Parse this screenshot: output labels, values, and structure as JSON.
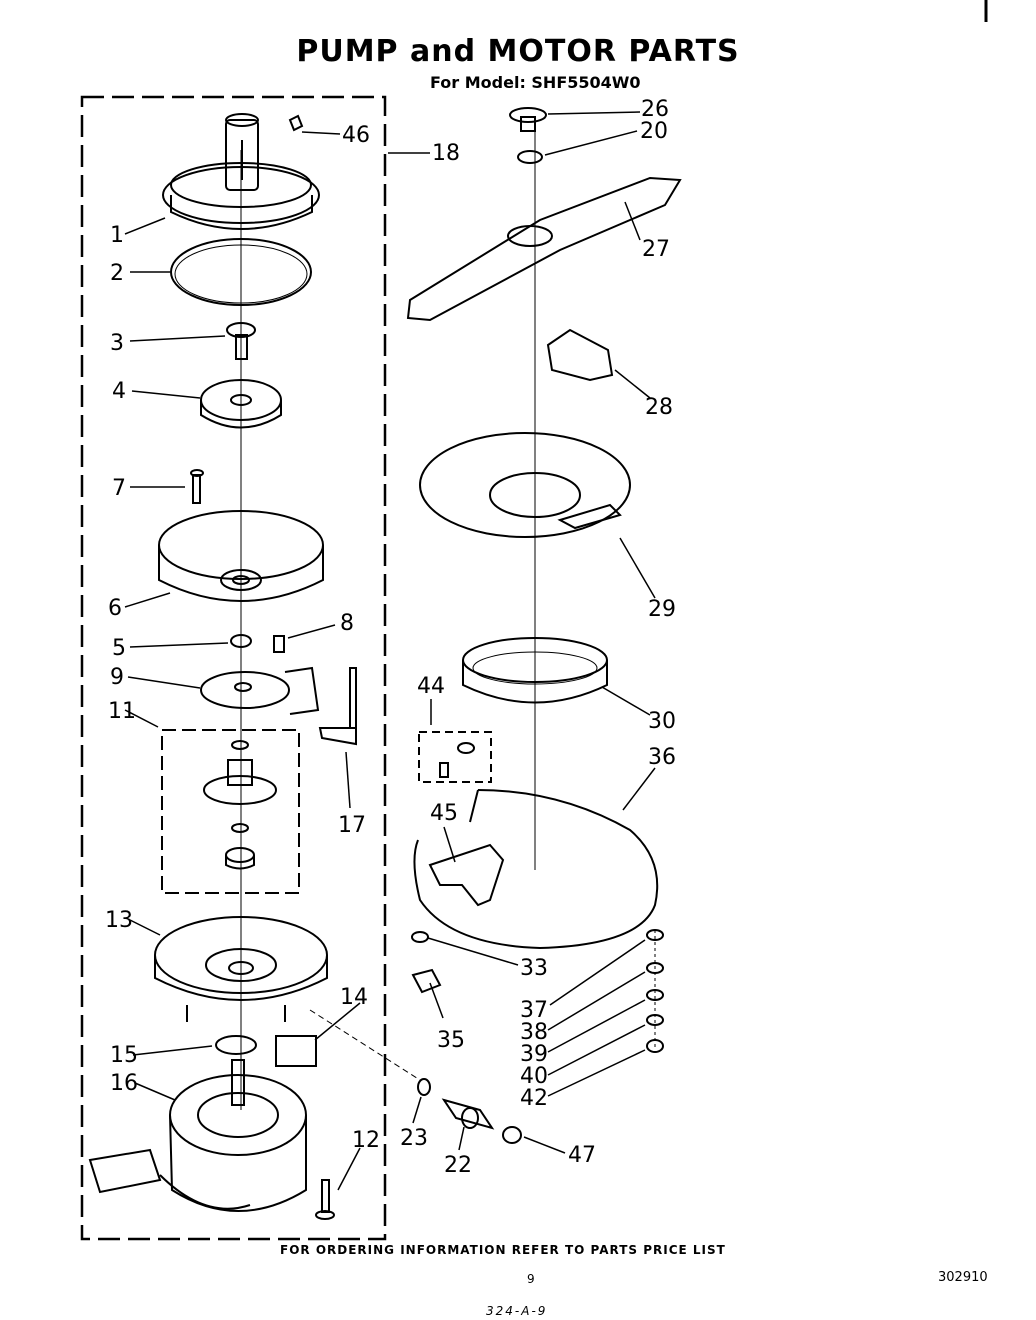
{
  "header": {
    "title": "PUMP and MOTOR PARTS",
    "model": "For Model: SHF5504W0"
  },
  "footer": {
    "note": "FOR ORDERING INFORMATION REFER TO PARTS PRICE LIST",
    "page_number": "9",
    "document_number": "302910",
    "handwritten": "324-A-9"
  },
  "callouts": {
    "c1": "1",
    "c2": "2",
    "c3": "3",
    "c4": "4",
    "c5": "5",
    "c6": "6",
    "c7": "7",
    "c8": "8",
    "c9": "9",
    "c11": "11",
    "c12": "12",
    "c13": "13",
    "c14": "14",
    "c15": "15",
    "c16": "16",
    "c17": "17",
    "c18": "18",
    "c20": "20",
    "c22": "22",
    "c23": "23",
    "c26": "26",
    "c27": "27",
    "c28": "28",
    "c29": "29",
    "c30": "30",
    "c33": "33",
    "c35": "35",
    "c36": "36",
    "c37": "37",
    "c38": "38",
    "c39": "39",
    "c40": "40",
    "c42": "42",
    "c44": "44",
    "c45": "45",
    "c46": "46",
    "c47": "47"
  }
}
